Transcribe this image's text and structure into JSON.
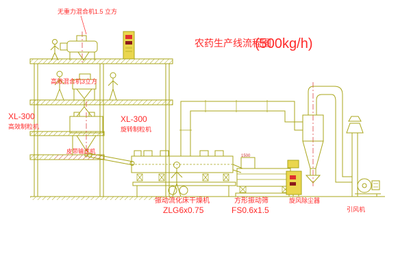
{
  "title": {
    "name": "农药生产线流程图",
    "capacity": "(500kg/h)"
  },
  "equipment_labels": {
    "gravity_mixer": "无重力混合机1.5 立方",
    "high_eff_mixer": "高效混合机3立方",
    "left_granulator_model": "XL-300",
    "left_granulator": "高效制粒机",
    "right_granulator_model": "XL-300",
    "right_granulator": "旋转制粒机",
    "belt_conveyor": "皮带输送机",
    "fluid_bed_dryer": "振动流化床干燥机",
    "fluid_bed_dryer_model": "ZLG6x0.75",
    "vibrating_screen": "方形振动筛",
    "vibrating_screen_model": "FS0.6x1.5",
    "cyclone": "旋风除尘器",
    "induced_draft_fan": "引风机",
    "screen_dim": "1500"
  },
  "colors": {
    "line": "#a9a519",
    "label": "#ff2a2a",
    "cabinet_fill": "#ead64e",
    "background": "#ffffff"
  }
}
